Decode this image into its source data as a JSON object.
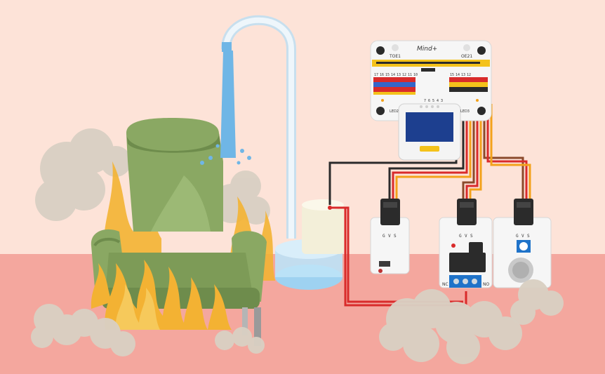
{
  "colors": {
    "wall": "#fde3d8",
    "floor": "#f4a79e",
    "armchair": "#8aa863",
    "armchair_dark": "#6e8c4c",
    "flame": "#f3b233",
    "smoke": "#d8cfc2",
    "water": "#7cc3ef",
    "pipe": "#dbe9f3",
    "board": "#f4f4f4",
    "oled_screen": "#1d3f8f",
    "wire_red": "#d92b2b",
    "wire_black": "#2b2b2b",
    "wire_orange": "#f3a21b",
    "wire_brown": "#8b4a2b"
  },
  "board": {
    "logo": "Mind+",
    "label_left": "TOE1",
    "label_right": "OE21",
    "label_led2": "LED2",
    "label_led3": "LED3",
    "pin_labels": [
      "17",
      "16",
      "15",
      "14",
      "13",
      "12",
      "11",
      "10"
    ],
    "pin_labels_right": [
      "15",
      "14",
      "13",
      "12"
    ],
    "pin_labels_bottom": [
      "7",
      "6",
      "5",
      "4",
      "3"
    ]
  },
  "modules": {
    "flame_sensor": {
      "pins": [
        "G",
        "V",
        "S"
      ]
    },
    "relay": {
      "pins": [
        "G",
        "V",
        "S"
      ],
      "terminal_left": "NC",
      "terminal_right": "NO"
    },
    "gas_sensor": {
      "pins": [
        "G",
        "V",
        "S"
      ]
    }
  },
  "icons": [
    "armchair-icon",
    "flame-icon",
    "smoke-cloud-icon",
    "water-pump-icon",
    "water-pipe-icon",
    "microcontroller-board-icon",
    "oled-display-icon",
    "flame-sensor-icon",
    "relay-module-icon",
    "gas-sensor-icon"
  ]
}
